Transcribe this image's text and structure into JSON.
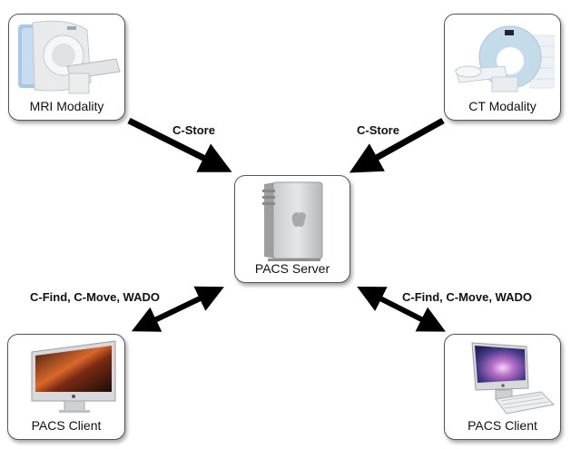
{
  "nodes": {
    "mri": {
      "label": "MRI Modality",
      "icon": "mri-scanner-icon"
    },
    "ct": {
      "label": "CT Modality",
      "icon": "ct-scanner-icon"
    },
    "server": {
      "label": "PACS Server",
      "icon": "server-tower-icon"
    },
    "client_left": {
      "label": "PACS Client",
      "icon": "desktop-computer-icon"
    },
    "client_right": {
      "label": "PACS Client",
      "icon": "desktop-computer-keyboard-icon"
    }
  },
  "edges": {
    "mri_to_server": {
      "label": "C-Store",
      "direction": "one-way"
    },
    "ct_to_server": {
      "label": "C-Store",
      "direction": "one-way"
    },
    "server_client_left": {
      "label": "C-Find, C-Move, WADO",
      "direction": "two-way"
    },
    "server_client_right": {
      "label": "C-Find, C-Move, WADO",
      "direction": "two-way"
    }
  }
}
